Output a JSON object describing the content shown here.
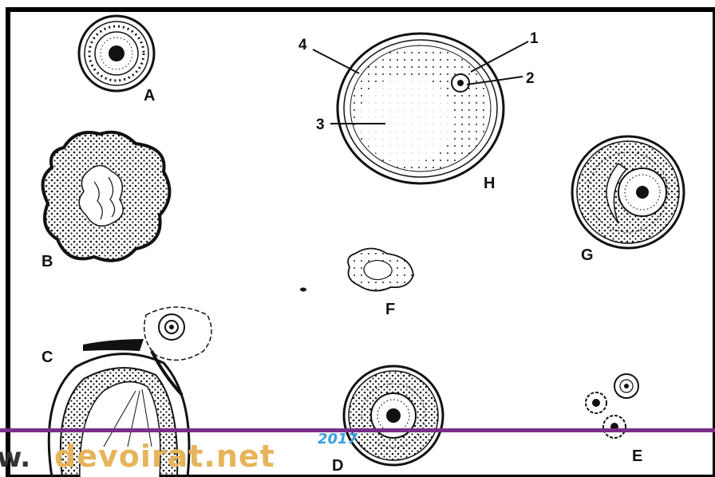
{
  "figure": {
    "labels": {
      "A": "A",
      "B": "B",
      "C": "C",
      "D": "D",
      "E": "E",
      "F": "F",
      "G": "G",
      "H": "H"
    },
    "callouts": {
      "n1": "1",
      "n2": "2",
      "n3": "3",
      "n4": "4"
    }
  },
  "watermark": {
    "prefix": "w.",
    "site": "devoirat.net",
    "year": "2017",
    "colors": {
      "site": "#e6b45a",
      "year": "#3aa0e0",
      "prefix": "#333333",
      "band": "#7a2e8a"
    }
  },
  "colors": {
    "ink": "#111111",
    "frame": "#000000"
  }
}
